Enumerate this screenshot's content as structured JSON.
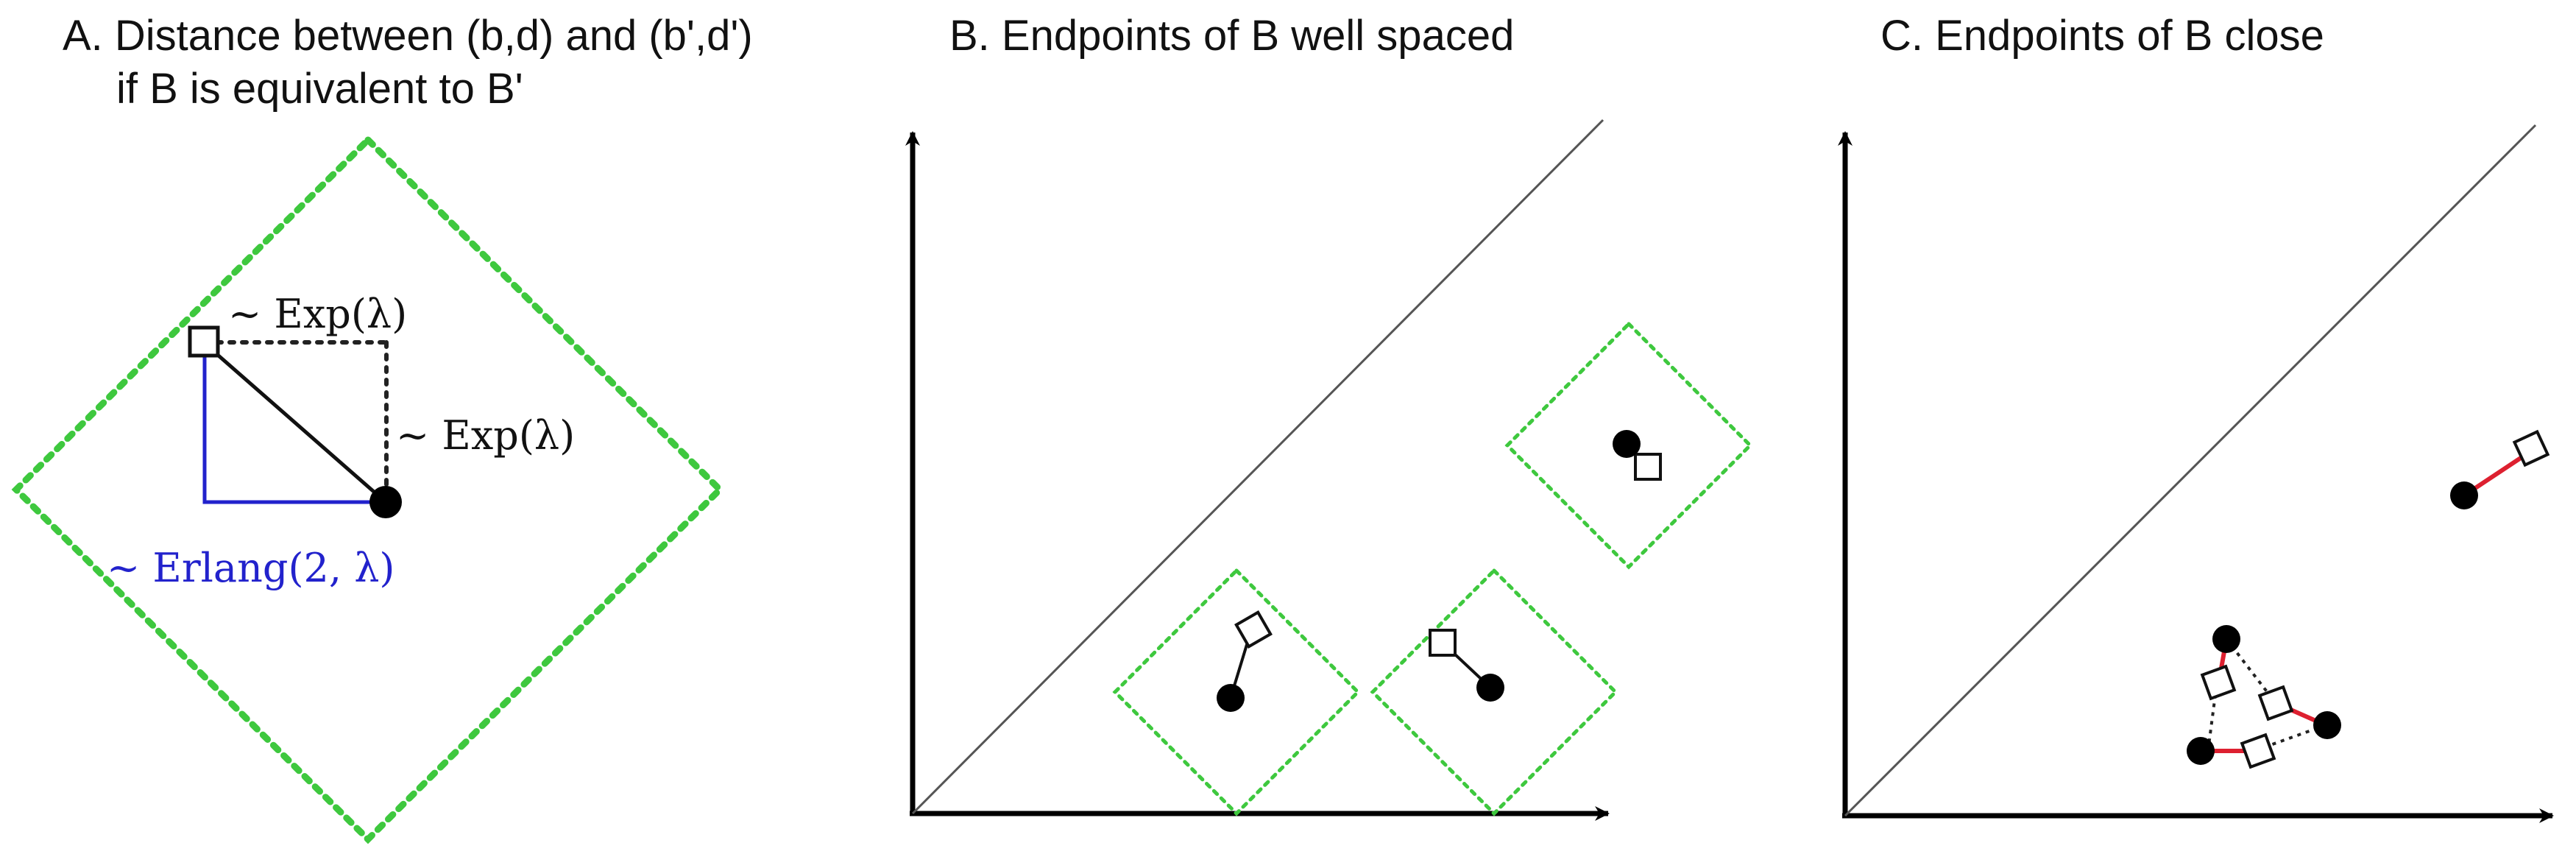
{
  "panel_a": {
    "title_line1": "A. Distance between (b,d) and (b',d')",
    "title_line2": "if B is equivalent to B'",
    "label_exp_top": "~ Exp(λ)",
    "label_exp_right": "~ Exp(λ)",
    "label_erlang": "~ Erlang(2, λ)"
  },
  "panel_b": {
    "title": "B. Endpoints of B well spaced"
  },
  "panel_c": {
    "title": "C. Endpoints of B close"
  },
  "colors": {
    "green_dotted": "#3ec83e",
    "blue": "#2222cc",
    "red": "#dd2030",
    "black": "#000000",
    "diagonal": "#555555"
  },
  "icons": {
    "point_original": "filled-circle",
    "point_perturbed": "hollow-square"
  }
}
